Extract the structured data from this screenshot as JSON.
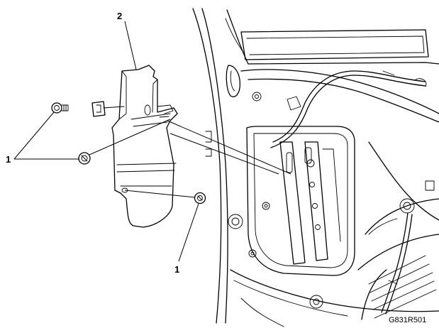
{
  "callouts": {
    "fastener": "1",
    "bracket": "2"
  },
  "figure_id": "G831R501"
}
